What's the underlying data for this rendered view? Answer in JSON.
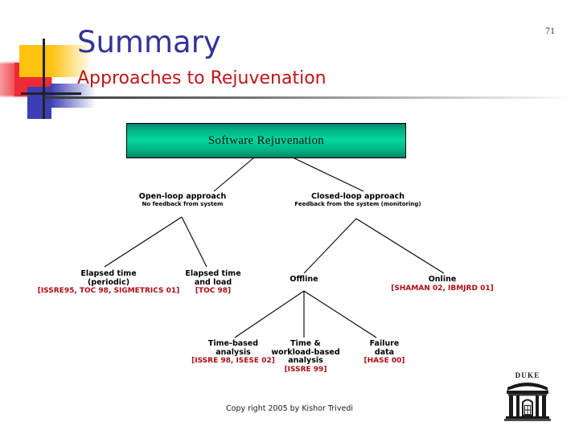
{
  "slide": {
    "title": "Summary",
    "subtitle": "Approaches to Rejuvenation",
    "page_number": "71",
    "copyright": "Copy right 2005 by Kishor Trivedi",
    "colors": {
      "title": "#33339a",
      "subtitle": "#c0151a",
      "reference": "#b00b12",
      "root_box_green": "#03d79c",
      "rule_gray": "#3a3a3a"
    }
  },
  "tree": {
    "root": {
      "label": "Software Rejuvenation"
    },
    "level2": [
      {
        "id": "open-loop",
        "main": "Open-loop approach",
        "sub": "No feedback from system"
      },
      {
        "id": "closed-loop",
        "main": "Closed-loop approach",
        "sub": "Feedback from the system (monitoring)"
      }
    ],
    "level3": [
      {
        "id": "elapsed-periodic",
        "line1": "Elapsed time",
        "line2": "(periodic)",
        "ref": "[ISSRE95, TOC 98, SIGMETRICS 01]"
      },
      {
        "id": "elapsed-load",
        "line1": "Elapsed time",
        "line2": "and load",
        "ref": "[TOC 98]"
      },
      {
        "id": "offline",
        "line1": "Offline",
        "line2": "",
        "ref": ""
      },
      {
        "id": "online",
        "line1": "Online",
        "line2": "",
        "ref": "[SHAMAN 02, IBMJRD 01]"
      }
    ],
    "level4": [
      {
        "id": "time-based",
        "line1": "Time-based",
        "line2": "analysis",
        "line3": "",
        "ref": "[ISSRE 98, ISESE 02]"
      },
      {
        "id": "workload-based",
        "line1": "Time &",
        "line2": "workload-based",
        "line3": "analysis",
        "ref": "[ISSRE 99]"
      },
      {
        "id": "failure-data",
        "line1": "Failure",
        "line2": "data",
        "line3": "",
        "ref": "[HASE 00]"
      }
    ]
  },
  "branding": {
    "duke_label": "DUKE"
  }
}
